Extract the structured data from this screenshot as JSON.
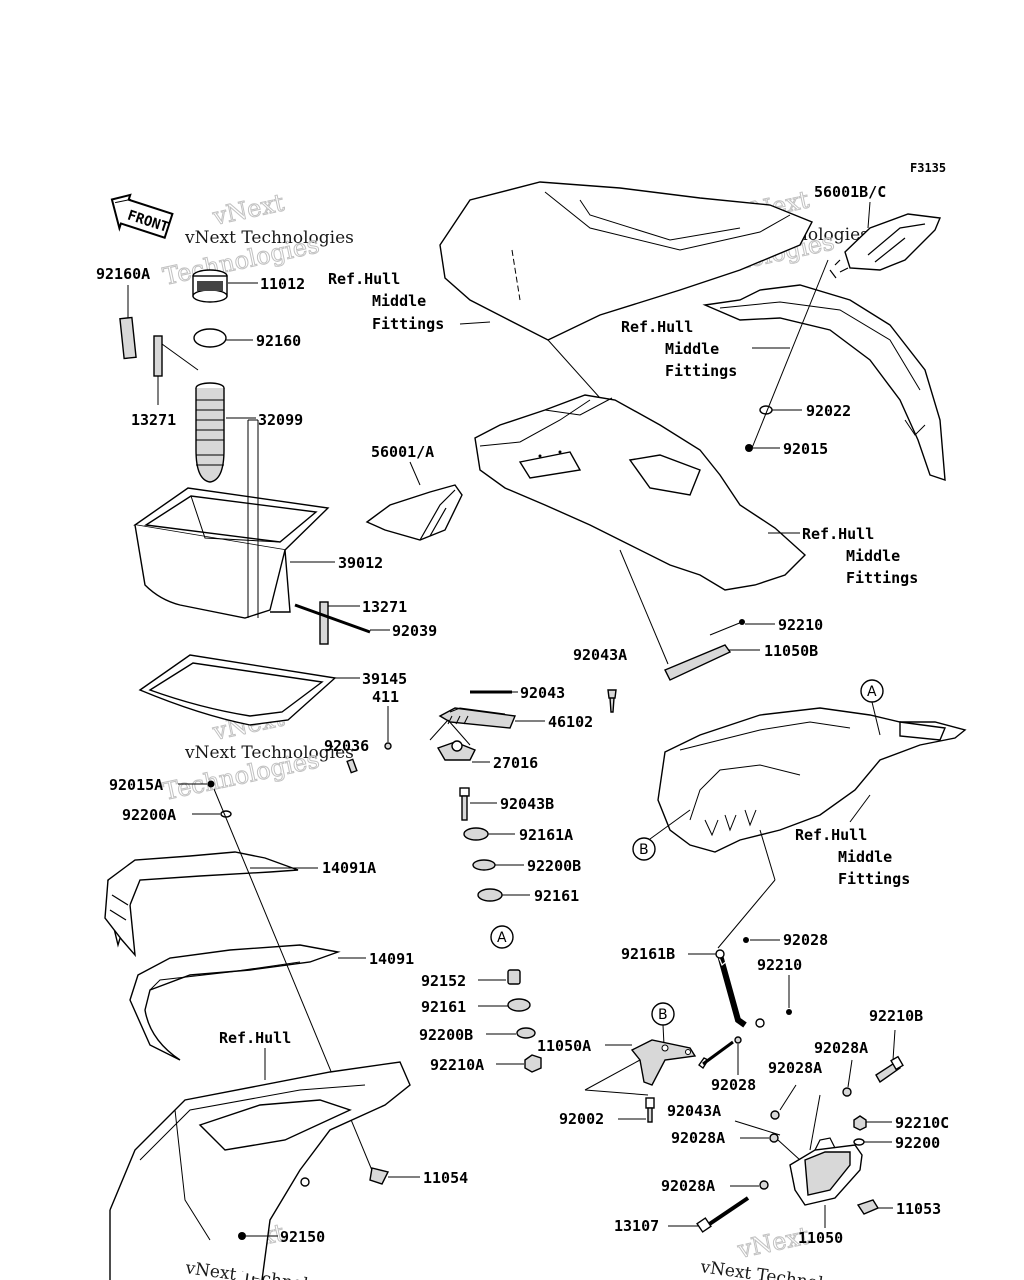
{
  "figure_code": "F3135",
  "front_arrow": "FRONT",
  "watermark": {
    "line1": "vNext Technologies",
    "line2": "Technologies",
    "big": "vNext"
  },
  "labels": {
    "p92160A": "92160A",
    "p11012": "11012",
    "p92160": "92160",
    "p13271a": "13271",
    "p32099": "32099",
    "p56001A": "56001/A",
    "p39012": "39012",
    "p13271b": "13271",
    "p92039": "92039",
    "p39145": "39145",
    "p411": "411",
    "p92036": "92036",
    "p92015A": "92015A",
    "p92200A": "92200A",
    "p14091A": "14091A",
    "p14091": "14091",
    "p11054": "11054",
    "p92150": "92150",
    "p56001BC": "56001B/C",
    "p92022": "92022",
    "p92015": "92015",
    "p92210a": "92210",
    "p11050B": "11050B",
    "p92043A": "92043A",
    "p92043": "92043",
    "p46102": "46102",
    "p27016": "27016",
    "p92043B": "92043B",
    "p92161A": "92161A",
    "p92200B": "92200B",
    "p92161a": "92161",
    "p92152": "92152",
    "p92161b": "92161",
    "p92200Bb": "92200B",
    "p92210A": "92210A",
    "p92028a": "92028",
    "p92161B": "92161B",
    "p92210b": "92210",
    "p11050A": "11050A",
    "p92028b": "92028",
    "p92002": "92002",
    "p92043Ab": "92043A",
    "p92028Aa": "92028A",
    "p92028Ab": "92028A",
    "p92028Ac": "92028A",
    "p92028Ad": "92028A",
    "p92210B": "92210B",
    "p92210C": "92210C",
    "p92200": "92200",
    "p11053": "11053",
    "p13107": "13107",
    "p11050": "11050"
  },
  "refs": {
    "ref1": [
      "Ref.Hull",
      "Middle",
      "Fittings"
    ],
    "ref2": [
      "Ref.Hull",
      "Middle",
      "Fittings"
    ],
    "ref3": [
      "Ref.Hull",
      "Middle",
      "Fittings"
    ],
    "ref4": [
      "Ref.Hull",
      "Middle",
      "Fittings"
    ],
    "hull": "Ref.Hull"
  },
  "markers": {
    "A": "A",
    "B": "B"
  }
}
